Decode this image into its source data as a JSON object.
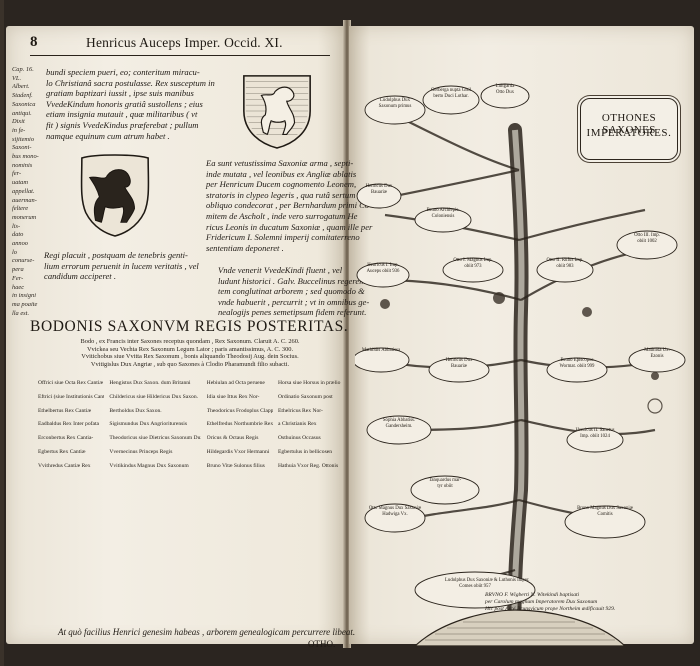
{
  "left_page": {
    "page_number": "8",
    "running_title": "Henricus Auceps Imper. Occid. XI.",
    "margin_note_lines": [
      "Cap. 16.",
      "VL.",
      "Albert.",
      "Stadenf.",
      "Saxonica",
      "antiqui.",
      "Dixit",
      "in fe-",
      "sijitemio",
      "Saxoni-",
      "bus mono-",
      "nominis",
      "fer-",
      "uatam",
      "appellat.",
      "auerman-",
      "feltere",
      "monerum",
      "lis-",
      "dato",
      "annoo",
      "lo",
      "conurse-",
      "pera",
      "Fer-",
      "haec",
      "in insigni",
      "ma poaite",
      "lla est."
    ],
    "para1": [
      "bundi speciem pueri, eo; conteritum miracu-",
      "lo Christianâ sacra postulasse. Rex susceptum in",
      "gratiam baptizari iussit , ipse suis manibus",
      "VvedeKindum honoris gratiâ sustollens ; eius",
      "etiam insignia mutauit , quæ militaribus ( vt",
      "fit ) signis VvedeKindus præferebat ; pullum",
      "namque equinum cum atrum habet ."
    ],
    "para2": [
      "Ea sunt vetustissima Saxoniæ arma , septi-",
      "inde mutata , vel leonibus ex Angliæ ablatis",
      "per Henricum Ducem cognomento Leonem,",
      "stratoris in clypeo legeris , qua rutâ sertum v",
      "obliquo condecorat , per Bernhardum primi Co",
      "mitem de Ascholt , inde vero surrogatum He",
      "ricus Leonis in ducatum Saxoniæ , quam ille per",
      "Fridericum I. Solemni imperij comitaterreno",
      "sententiam deponeret ."
    ],
    "para3": [
      "Regi placuit , postquam de tenebris genti-",
      "lium errorum peruenit in lucem veritatis , vel",
      "candidum acciperet ."
    ],
    "para4": [
      "Vnde venerit VvedeKindi fluent , vel",
      "ludunt historici . Galv. Buccelinus regerem",
      "tem conglutinat arborem ; sed quomodo &",
      "vnde habuerit , percurrit ; vt in omnibus ge-",
      "nealogijs penes semetipsum fidem referunt."
    ],
    "big_title": "BODONIS SAXONVM REGIS POSTERITAS.",
    "genealogy_lines": [
      "Bodo , ex Francis inter Saxones receptus quondam , Rex Saxonum. Claruit A. C. 260.",
      "Vvickea seu Vechta Rex Saxonum Legum Lator ; paris amantissimus, A. C. 300.",
      "Vvitichobus siue Vvitta Rex Saxonum , bonis aliquando Theodosij Aug. dein Socius.",
      "Vvitigislus Dux Angriæ , sub quo Saxones à Clodio Pharamundi filio subacti."
    ],
    "grid_rows": [
      [
        "Offrici siue Octa Rex Cantiæ",
        "Hengistus Dux Saxon. dum Britanni",
        "Hebiulan ad Octa peruene",
        "Horsa siue Horsus in prælio"
      ],
      [
        "Eftrici (siue Institutionis Cantis",
        "Childericus siue Hildericus Dux Saxon.",
        "Idia siue Ittus Rex Nor-",
        "Ordinatio Saxonum post"
      ],
      [
        "Ethelbertus Rex Cantiæ",
        "Bertholdus Dux Saxon.",
        "Theodoricus Frodoplus Clappus",
        "Ethelricus Rex Nor-"
      ],
      [
        "Eadbaldus Rex Inter pofata",
        "Sigismundus Dux Angrioriturensis",
        "Ethelfredus Northumbrie Rex",
        "a Christianis Rex"
      ],
      [
        "Erconbertus Rex Cantia-",
        "Theodoricus siue Dietricus Saxonum Dux",
        "Oricus & Octaus Regis",
        "Osthuinus Occasus"
      ],
      [
        "Egbertus Rex Cantiæ",
        "Vvernecinus Princeps Regis",
        "Hildegardis Vxor Hermanni",
        "Egbertulus in bellicosen"
      ],
      [
        "Vvithredus Cantiæ Rex",
        "Vvitikindus Magnus Dux Saxonum",
        "Bruno Vitæ Sulonus filius",
        "Hathuia Vxor Reg. Ottonis"
      ]
    ],
    "closing_line": "At quò facilius Henrici genesim habeas , arborem genealogicam percurrere libeat.",
    "closing_signature": "OTHO."
  },
  "right_page": {
    "cartouche_line1": "OTHONES SAXONES",
    "cartouche_line2": "IMPERATORES.",
    "tree_labels": [
      [
        "Ludolphus Dux",
        "Saxonum primus"
      ],
      [
        "Gerberga nupta Gisil",
        "berto Duci Lothar."
      ],
      [
        "Luitgarda",
        "Otto Dux"
      ],
      [
        "Henricus Dux",
        "Bauariæ"
      ],
      [
        "Bruno Archiepis.",
        "Coloniensis"
      ],
      [
        "Henricus I. Imp.",
        "Auceps obiit 936"
      ],
      [
        "Otto I. Magnus Imp.",
        "obiit 973"
      ],
      [
        "Otto II. Rufus Imp.",
        "obiit 983"
      ],
      [
        "Otto III. Imp.",
        "obiit 1002"
      ],
      [
        "Mathildis Abbatissa",
        ""
      ],
      [
        "Henricus Dux",
        "Bauariæ"
      ],
      [
        "Bruno Episcopus",
        "Wormat. obiit 999"
      ],
      [
        "Mathilda Ux.",
        "Ezonis"
      ],
      [
        "Sophia Abbatiss.",
        "Gandersheim."
      ],
      [
        "Henricus II. Sanctus",
        "Imp. obiit 1024"
      ],
      [
        "Otto Magnus Dux Saxoniæ",
        "Hadwiga Vx."
      ],
      [
        "Bruno Magnus Dux Saxoniæ",
        "Comitis"
      ],
      [
        "Tanquardus mar-",
        "tyr obiit"
      ],
      [
        "Ludolphus Dux Saxoniæ & Luthonis Imper.",
        "Comes obiit 957"
      ]
    ],
    "bruno_lines": [
      "BRVNO F. Wigberti N. Witekindi baptisati",
      "per Carolum magnum Imperatorem Dux Saxonum",
      "Hic post Arcé Brunsvicum prope Northeim ædificauit 929."
    ]
  }
}
